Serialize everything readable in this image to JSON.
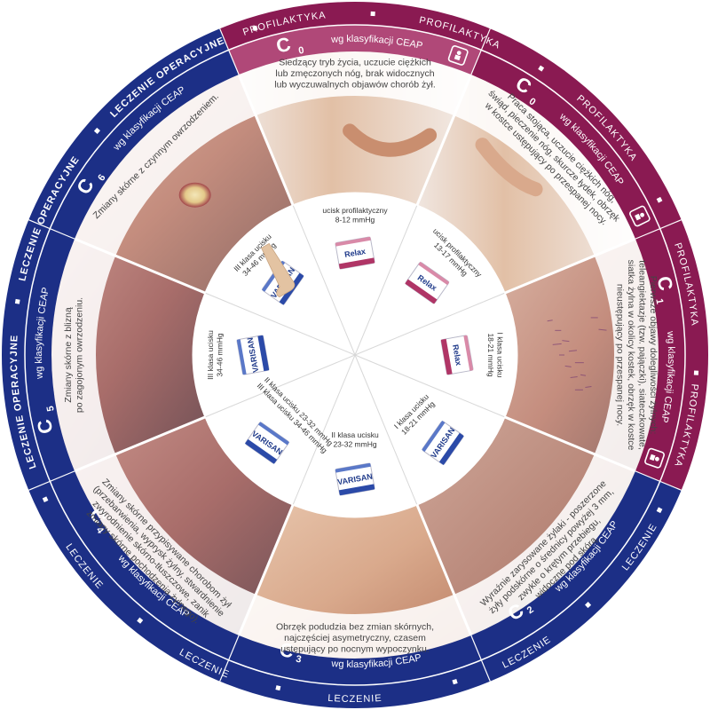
{
  "ring_words": {
    "profilaktyka": "PROFILAKTYKA",
    "leczenie": "LECZENIE",
    "leczenie_operacyjne": "LECZENIE OPERACYJNE"
  },
  "stages": [
    {
      "id": "c0a",
      "code": "C",
      "sub": "0",
      "label": "wg klasyfikacji CEAP",
      "desc": [
        "Siedzący tryb życia, uczucie ciężkich",
        "lub zmęczonych nóg, brak widocznych",
        "lub wyczuwalnych objawów chorób żył."
      ],
      "product": [
        "ucisk profilaktyczny",
        "8-12 mmHg"
      ],
      "icon": "sitting-person-icon"
    },
    {
      "id": "c0b",
      "code": "C",
      "sub": "0",
      "label": "wg klasyfikacji CEAP",
      "desc": [
        "Praca stojąca, uczucie ciężkich nóg,",
        "świąd, pieczenie nóg, skurcze łydek, obrzęk",
        "w kostce ustępujący po przespanej nocy."
      ],
      "product": [
        "ucisk profilaktyczny",
        "13-17 mmHg"
      ],
      "icon": "standing-person-icon"
    },
    {
      "id": "c1",
      "code": "C",
      "sub": "1",
      "label": "wg klasyfikacji CEAP",
      "desc": [
        "Pierwsze objawy dolegliwości żylnych:",
        "teleangiektazje (tzw. pajączki), siateczkowate,",
        "siatka żylna w okolicy kostek, obrzęk w kostce",
        "nieustępujący po przespanej nocy."
      ],
      "product": [
        "I klasa ucisku",
        "18-21 mmHg"
      ],
      "icon": "info-icon"
    },
    {
      "id": "c2",
      "code": "C",
      "sub": "2",
      "label": "wg klasyfikacji CEAP",
      "desc": [
        "Wyraźnie zarysowane żylaki - poszerzone",
        "żyły podskórne o średnicy powyżej 3 mm,",
        "zwykle o krętym przebiegu,",
        "widoczne pod skórą."
      ],
      "product": [
        "I klasa ucisku",
        "18-21 mmHg"
      ],
      "icon": ""
    },
    {
      "id": "c3",
      "code": "C",
      "sub": "3",
      "label": "wg klasyfikacji CEAP",
      "desc": [
        "Obrzęk podudzia bez zmian skórnych,",
        "najczęściej asymetryczny, czasem",
        "ustępujący po nocnym wypoczynku."
      ],
      "product": [
        "II klasa ucisku",
        "23-32 mmHg"
      ],
      "icon": ""
    },
    {
      "id": "c4",
      "code": "C",
      "sub": "4",
      "label": "wg klasyfikacji CEAP",
      "desc": [
        "Zmiany skórne przypisywane chorobom żył",
        "(przebarwienia, wyprysk żylny, stwardnienie",
        "zwyrodnienie skórno-tłuszczowe, zanik",
        "zmiany skórne pochodzenia żylnego)."
      ],
      "product": [
        "II klasa ucisku 23-32 mmHg",
        "III klasa ucisku 34-46 mmHg"
      ],
      "icon": ""
    },
    {
      "id": "c5",
      "code": "C",
      "sub": "5",
      "label": "wg klasyfikacji CEAP",
      "desc": [
        "Zmiany skórne z blizną",
        "po zagojonym owrzodzeniu."
      ],
      "product": [
        "III klasa ucisku",
        "34-46 mmHg"
      ],
      "icon": ""
    },
    {
      "id": "c6",
      "code": "C",
      "sub": "6",
      "label": "wg klasyfikacji CEAP",
      "desc": [
        "Zmiany skórne z czynnym owrzodzeniem."
      ],
      "product": [
        "III klasa ucisku",
        "34-46 mmHg"
      ],
      "icon": ""
    }
  ],
  "brands": {
    "varisan": "VARISAN",
    "relax": "Relax"
  },
  "colors": {
    "prof_dark": "#8a1a52",
    "prof_light": "#b04878",
    "treat_dark": "#1c2f86",
    "treat_light": "#2c43a0",
    "band_white": "#ffffff"
  }
}
